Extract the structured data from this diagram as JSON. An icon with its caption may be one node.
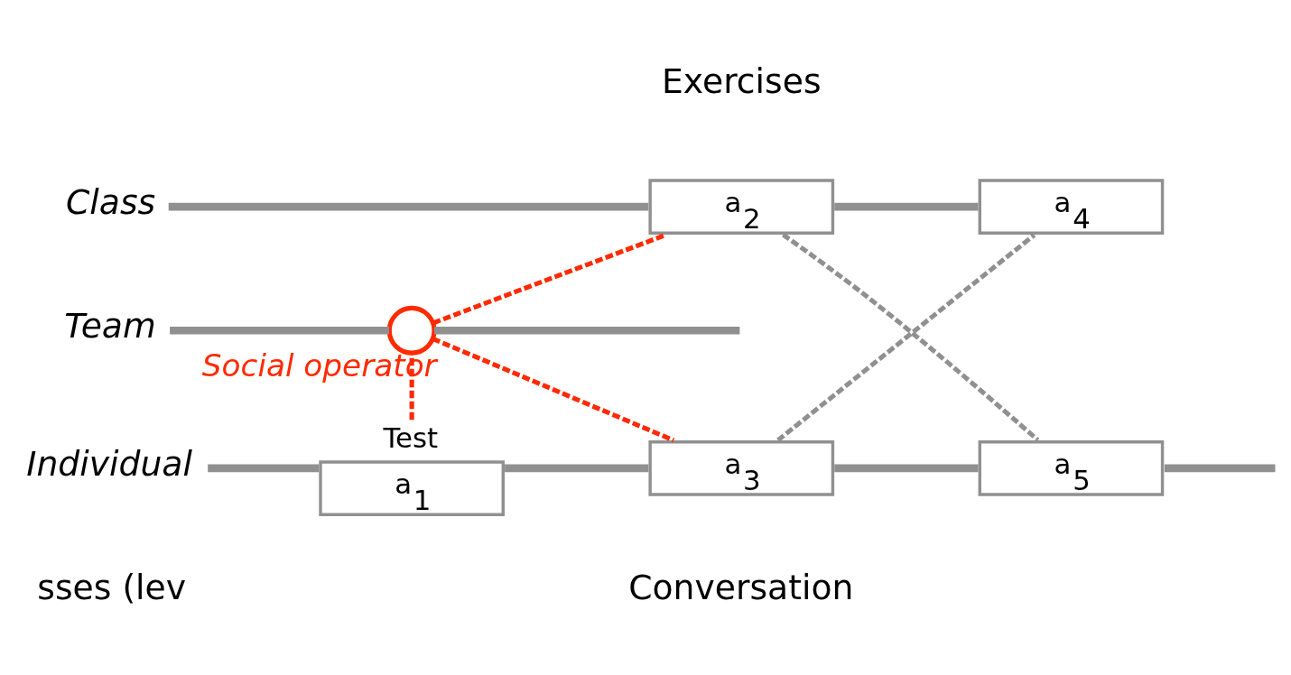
{
  "diagram": {
    "nodes": [
      {
        "text": [
          "Class"
        ]
      },
      {
        "text": [
          "a$_{2}$"
        ]
      },
      {
        "text": [
          "a$_{4}$"
        ]
      },
      {
        "text": [
          "Team"
        ]
      },
      {
        "text": [],
        "shape": "circle",
        "beside": [
          "Social operator"
        ]
      },
      {
        "text": [
          "Individual"
        ]
      },
      {
        "text": [
          "Test",
          "a$_{1}$"
        ]
      },
      {
        "text": [
          "a$_{3}$"
        ]
      },
      {
        "text": [
          "a$_{5}$"
        ]
      }
    ],
    "edges": [
      {
        "from": 0,
        "to": 1,
        "arrow": "none"
      },
      {
        "from": 1,
        "to": 2,
        "arrow": "none"
      },
      {
        "from": 3,
        "to": 4,
        "arrow": "none"
      },
      {
        "from": 4,
        "to": null,
        "arrow": "none"
      },
      {
        "from": 5,
        "to": 6,
        "arrow": "none"
      },
      {
        "from": 6,
        "to": 7,
        "arrow": "none"
      },
      {
        "from": 7,
        "to": 8,
        "arrow": "none"
      },
      {
        "from": 8,
        "to": null,
        "arrow": "none"
      },
      {
        "from": 6,
        "to": 4,
        "arrow": "none",
        "style": "dashed",
        "color": "#ff2a00"
      },
      {
        "from": 4,
        "to": 1,
        "arrow": "none",
        "style": "dashed",
        "color": "#ff2a00"
      },
      {
        "from": 4,
        "to": 7,
        "arrow": "none",
        "style": "dashed",
        "color": "#ff2a00"
      },
      {
        "from": 1,
        "to": 8,
        "arrow": "none",
        "style": "dashed"
      },
      {
        "from": 7,
        "to": 2,
        "arrow": "none",
        "style": "dashed"
      }
    ],
    "labels": [
      "sses (lev",
      "Conversation",
      "Exercises"
    ]
  }
}
